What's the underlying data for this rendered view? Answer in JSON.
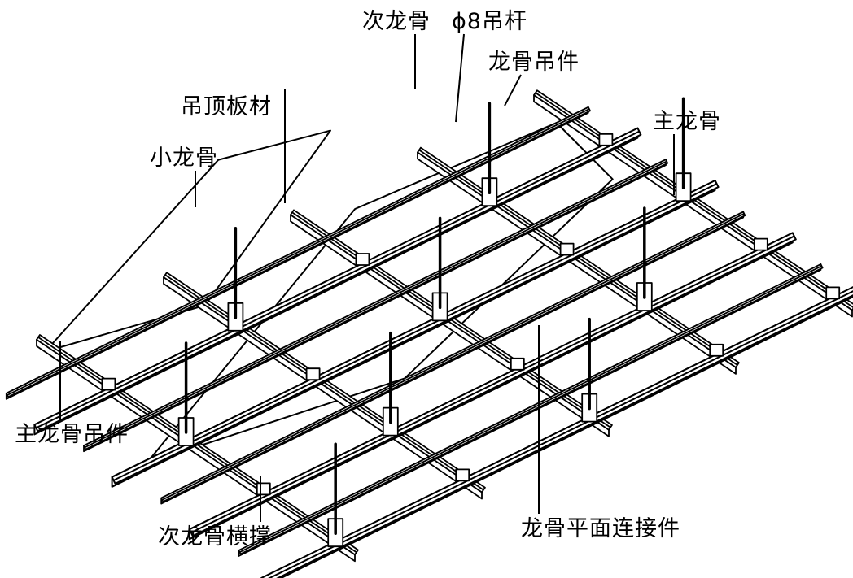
{
  "labels": {
    "secondary_keel": "次龙骨",
    "hanger_rod": "ϕ8吊杆",
    "keel_hanger": "龙骨吊件",
    "ceiling_board": "吊顶板材",
    "main_keel": "主龙骨",
    "small_keel": "小龙骨",
    "main_keel_hanger": "主龙骨吊件",
    "secondary_keel_brace": "次龙骨横撑",
    "keel_plane_connector": "龙骨平面连接件"
  }
}
